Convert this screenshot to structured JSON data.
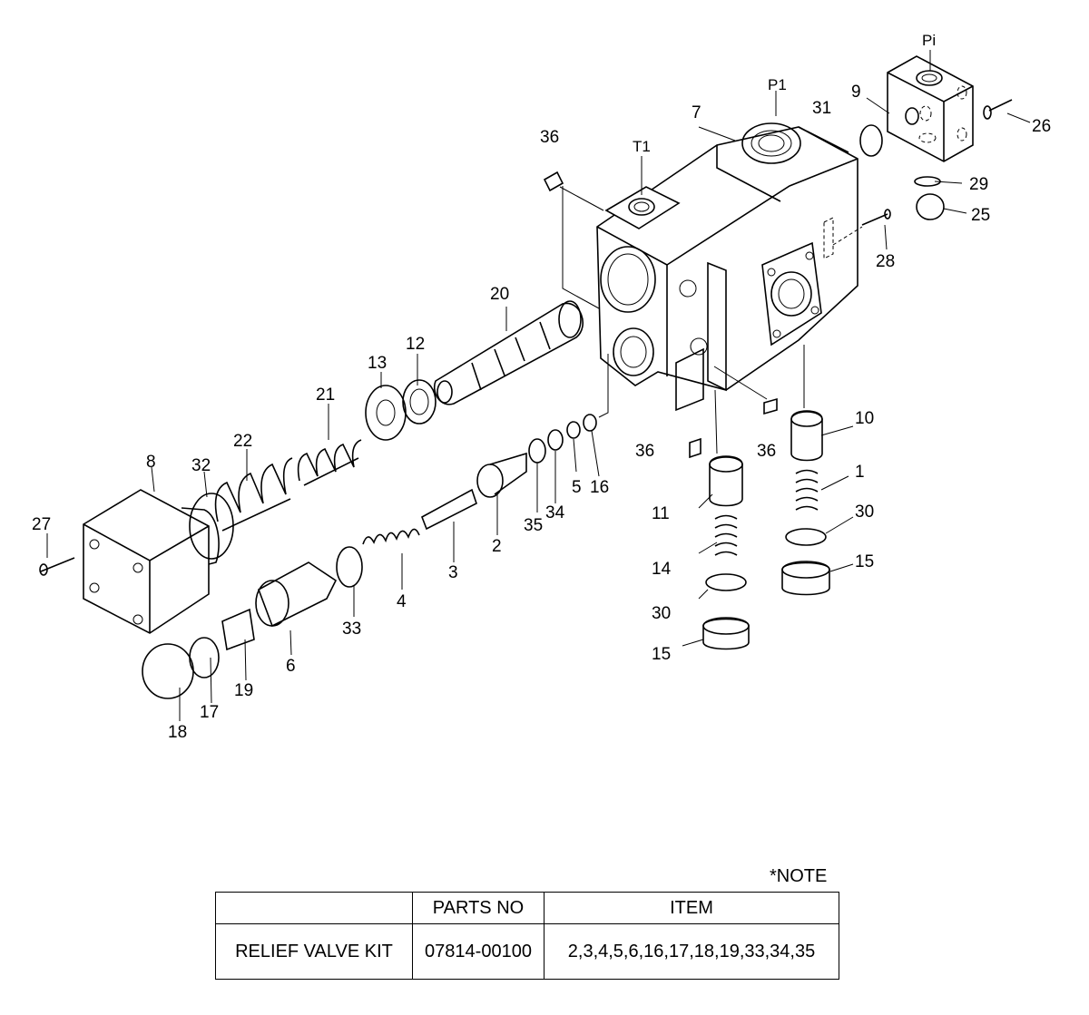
{
  "ports": {
    "pi": "Pi",
    "p1": "P1",
    "t1": "T1"
  },
  "labels": {
    "n1": "1",
    "n2": "2",
    "n3": "3",
    "n4": "4",
    "n5": "5",
    "n6": "6",
    "n7": "7",
    "n8": "8",
    "n9": "9",
    "n10": "10",
    "n11": "11",
    "n12": "12",
    "n13": "13",
    "n14": "14",
    "n15a": "15",
    "n15b": "15",
    "n16": "16",
    "n17": "17",
    "n18": "18",
    "n19": "19",
    "n20": "20",
    "n21": "21",
    "n22": "22",
    "n25": "25",
    "n26": "26",
    "n27": "27",
    "n28": "28",
    "n29": "29",
    "n30a": "30",
    "n30b": "30",
    "n31": "31",
    "n32": "32",
    "n33": "33",
    "n34": "34",
    "n35": "35",
    "n36a": "36",
    "n36b": "36",
    "n36c": "36"
  },
  "note": "*NOTE",
  "table": {
    "headers": [
      "",
      "PARTS NO",
      "ITEM"
    ],
    "rows": [
      {
        "name": "RELIEF VALVE KIT",
        "parts_no": "07814-00100",
        "item": "2,3,4,5,6,16,17,18,19,33,34,35"
      }
    ]
  }
}
